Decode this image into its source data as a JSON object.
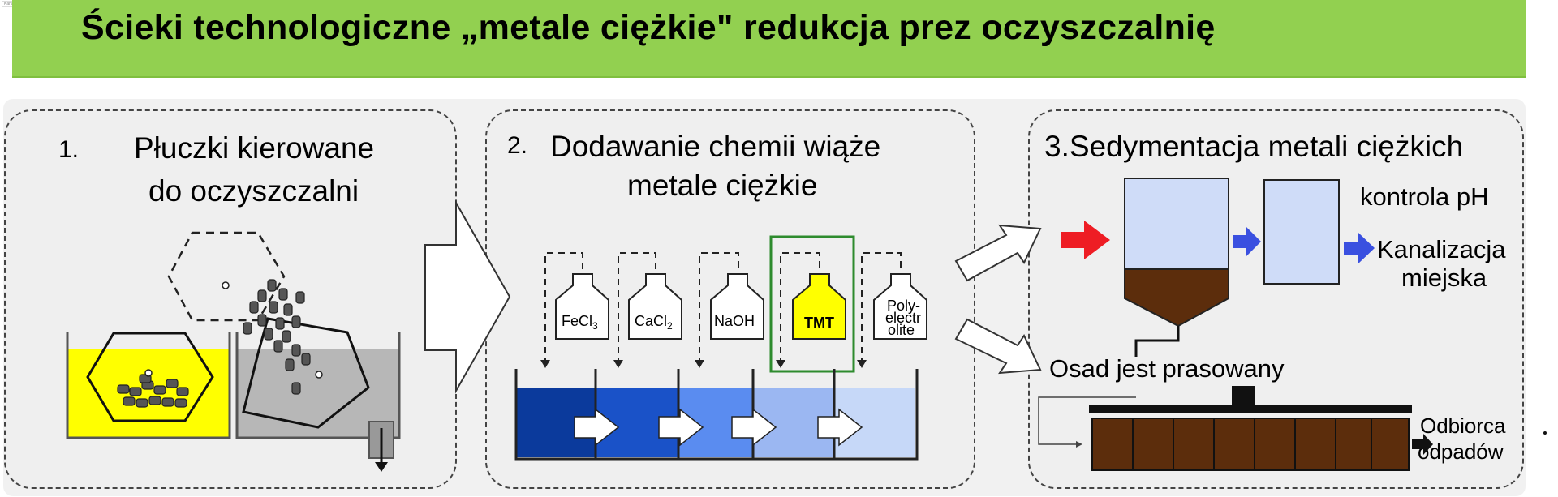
{
  "corner_tag": "Kanalizacja miejska",
  "title": "Ścieki technologiczne „metale ciężkie\" redukcja prez oczyszczalnię",
  "step1": {
    "number": "1.",
    "line1": "Płuczki kierowane",
    "line2": "do oczyszczalni"
  },
  "step2": {
    "number": "2.",
    "line1": "Dodawanie chemii wiąże",
    "line2": "metale ciężkie",
    "chemicals": [
      {
        "name": "FeCl",
        "sub": "3"
      },
      {
        "name": "CaCl",
        "sub": "2"
      },
      {
        "name": "NaOH",
        "sub": ""
      },
      {
        "name": "TMT",
        "sub": ""
      },
      {
        "name": "Poly-electrolite",
        "lines": [
          "Poly-",
          "electr",
          "olite"
        ]
      }
    ]
  },
  "step3": {
    "title": "3.Sedymentacja metali ciężkich",
    "ph_control": "kontrola pH",
    "sewer_line1": "Kanalizacja",
    "sewer_line2": "miejska",
    "sludge_pressed": "Osad jest prasowany",
    "waste_line1": "Odbiorca",
    "waste_line2": "odpadów"
  },
  "colors": {
    "title_bg": "#92d050",
    "bath_yellow": "#ffff00",
    "tmt_yellow": "#ffff00",
    "tmt_frame": "#2e8b2e",
    "tank_blue_1": "#0b3a9c",
    "tank_blue_2": "#1a52c8",
    "tank_blue_3": "#5a8cf0",
    "tank_blue_4": "#9bb7f2",
    "tank_blue_5": "#c6d8f8",
    "sediment": "#5c2d0c",
    "inflow_red": "#ee1d24",
    "flow_blue": "#3a50e0",
    "settler_fill": "#cfdcf8"
  }
}
